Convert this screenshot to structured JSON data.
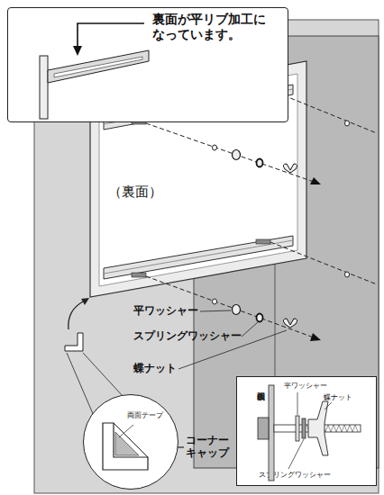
{
  "diagram": {
    "nodes": [
      {
        "text": [
          "裏面が平リブ加工に なっています。"
        ]
      },
      {
        "text": [
          "両面テープ"
        ]
      },
      {
        "text": [
          "仮囲鋼板",
          "平ワッシャー",
          "蝶ナット",
          "スプリングワッシャー"
        ]
      }
    ],
    "labels": [
      "（裏面）",
      "平ワッシャー",
      "スプリングワッシャー",
      "蝶ナット",
      "コーナー キャップ"
    ]
  }
}
